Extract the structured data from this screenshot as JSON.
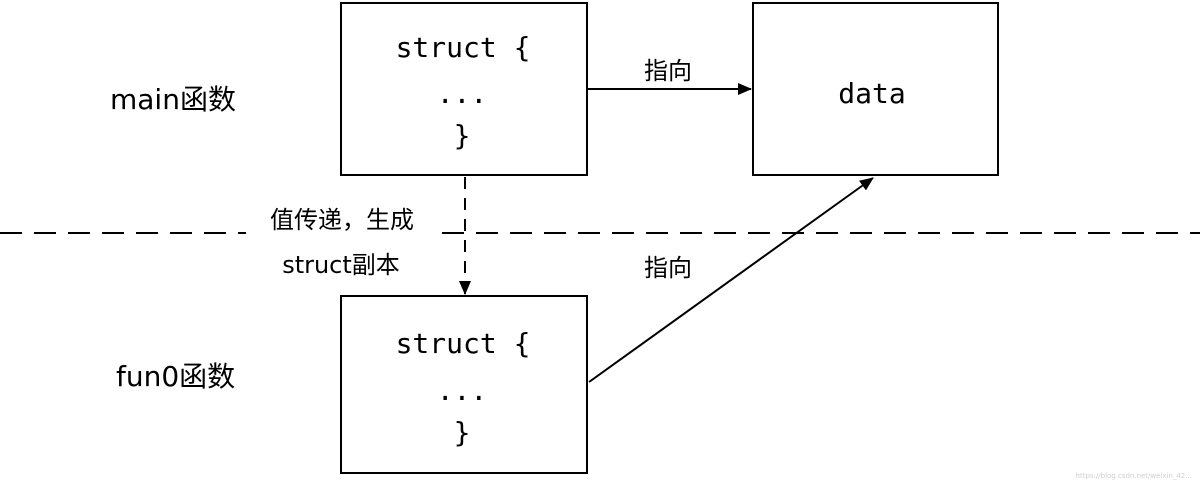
{
  "labels": {
    "main": "main函数",
    "fun0": "fun0函数"
  },
  "main_struct": {
    "line1": "struct {",
    "line2": "...",
    "line3": "}"
  },
  "fun0_struct": {
    "line1": "struct {",
    "line2": "...",
    "line3": "}"
  },
  "data_box": {
    "text": "data"
  },
  "edges": {
    "main_to_data": "指向",
    "fun0_to_data": "指向",
    "copy_line1": "值传递，生成",
    "copy_line2": "struct副本"
  },
  "watermark": "https://blog.csdn.net/weixin_42..."
}
